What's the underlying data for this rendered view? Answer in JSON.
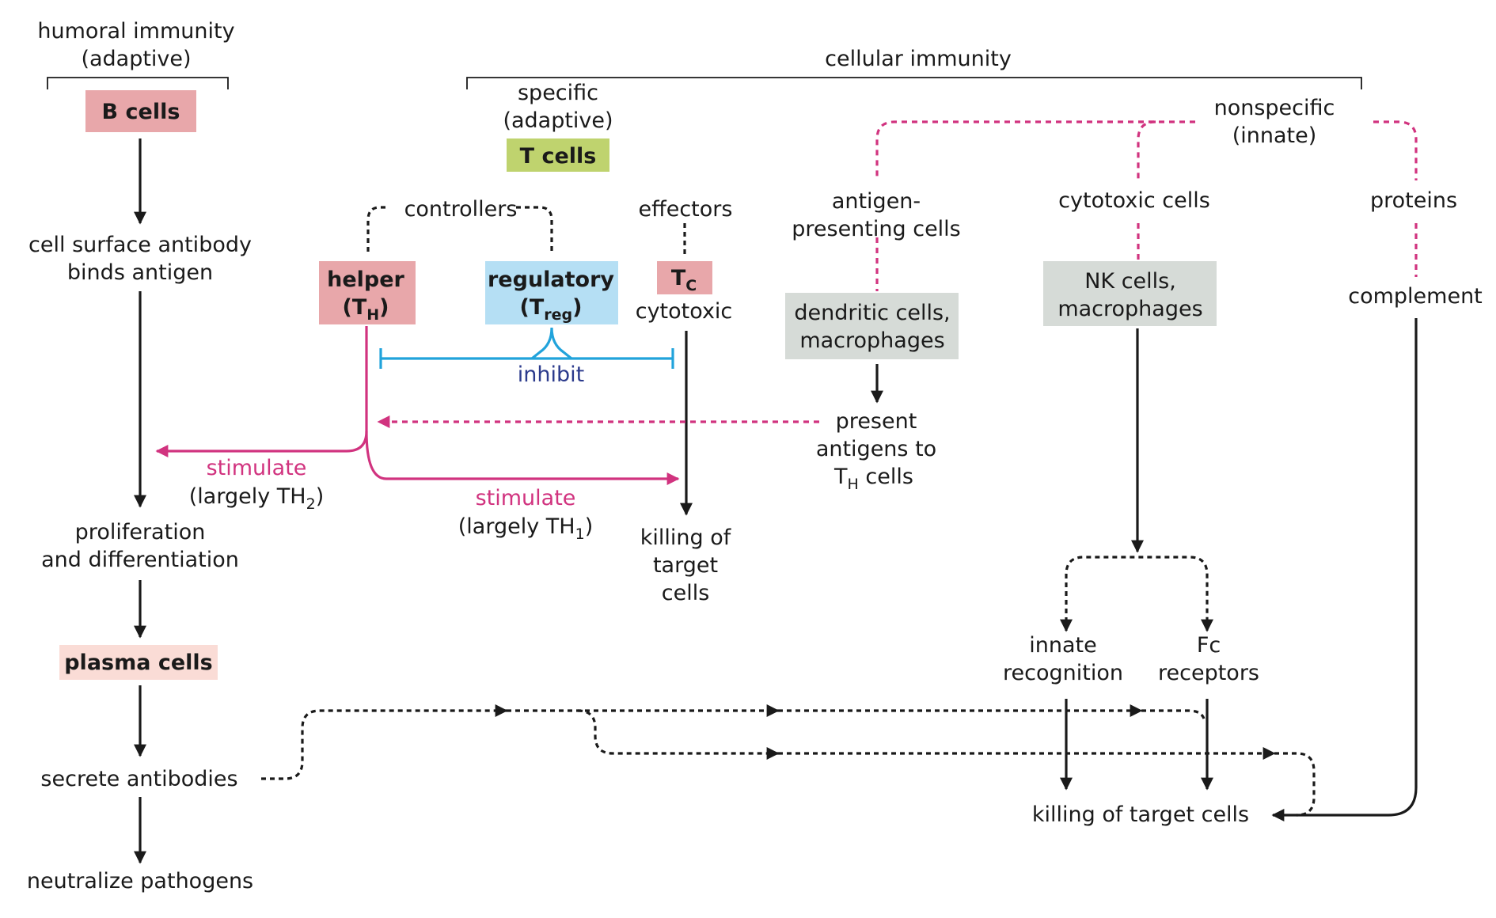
{
  "colors": {
    "b_cells_box": "#e8a7aa",
    "helper_box": "#e8a7aa",
    "tc_box": "#e8a7aa",
    "plasma_box": "#fadcd6",
    "t_cells_box": "#bfd36e",
    "regulatory_box": "#b5dff4",
    "gray_box": "#d6dbd7",
    "stimulate_text": "#d1337f",
    "inhibit_text": "#2b3a8c",
    "inhibit_line": "#21a3db"
  },
  "humoral": {
    "title_line1": "humoral immunity",
    "title_line2": "(adaptive)",
    "b_cells": "B cells",
    "step1_line1": "cell surface antibody",
    "step1_line2": "binds antigen",
    "step2_line1": "proliferation",
    "step2_line2": "and differentiation",
    "plasma_cells": "plasma cells",
    "step3": "secrete antibodies",
    "step4": "neutralize pathogens"
  },
  "cellular": {
    "title": "cellular immunity",
    "specific_line1": "specific",
    "specific_line2": "(adaptive)",
    "t_cells": "T cells",
    "controllers": "controllers",
    "effectors": "effectors",
    "helper_line1": "helper",
    "helper_sym": "T",
    "helper_sub": "H",
    "regulatory_line1": "regulatory",
    "regulatory_sym": "T",
    "regulatory_sub": "reg",
    "tc_sym": "T",
    "tc_sub": "C",
    "cytotoxic": "cytotoxic",
    "inhibit": "inhibit",
    "stimulate_left": "stimulate",
    "largely_th2_prefix": "(largely TH",
    "largely_th2_sub": "2",
    "stimulate_mid": "stimulate",
    "largely_th1_prefix": "(largely TH",
    "largely_th1_sub": "1",
    "killing_line1": "killing of",
    "killing_line2": "target",
    "killing_line3": "cells"
  },
  "innate": {
    "nonspecific_line1": "nonspecific",
    "nonspecific_line2": "(innate)",
    "apc_line1": "antigen-",
    "apc_line2": "presenting cells",
    "dendritic_line1": "dendritic cells,",
    "dendritic_line2": "macrophages",
    "present_line1": "present",
    "present_line2": "antigens to",
    "present_line3_sym": "T",
    "present_line3_sub": "H",
    "present_line3_rest": " cells",
    "cytotoxic_cells": "cytotoxic cells",
    "nk_line1": "NK cells,",
    "nk_line2": "macrophages",
    "innate_recog_line1": "innate",
    "innate_recog_line2": "recognition",
    "fc_line1": "Fc",
    "fc_line2": "receptors",
    "killing_target": "killing of target cells",
    "proteins": "proteins",
    "complement": "complement"
  }
}
